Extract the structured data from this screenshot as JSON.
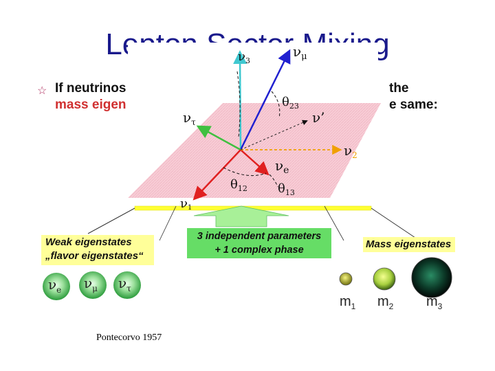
{
  "slide": {
    "title": "Lepton Sector Mixing",
    "bullet_line1_left": "If neutrinos a",
    "bullet_line1_right": "the",
    "bullet_line2_left": "mass eigen",
    "bullet_line2_right": "e same:",
    "credit": "Pontecorvo 1957"
  },
  "diagram": {
    "axes": {
      "nu3": "ν",
      "nu3_sub": "3",
      "numu": "ν",
      "numu_sub": "μ",
      "nutau": "ν",
      "nutau_sub": "τ",
      "nuprime": "ν’",
      "nu2": "ν",
      "nu2_sub": "2",
      "nue": "ν",
      "nue_sub": "e",
      "nu1": "ν",
      "nu1_sub": "1"
    },
    "angles": {
      "theta23": "θ",
      "theta23_sub": "23",
      "theta12": "θ",
      "theta12_sub": "12",
      "theta13": "θ",
      "theta13_sub": "13"
    }
  },
  "boxes": {
    "weak_line1": "Weak eigenstates",
    "weak_line2": "„flavor eigenstates“",
    "params_line1": "3 independent parameters",
    "params_line2": "+ 1 complex phase",
    "mass": "Mass eigenstates"
  },
  "flavor_balls": [
    {
      "symbol": "ν",
      "sub": "e"
    },
    {
      "symbol": "ν",
      "sub": "μ"
    },
    {
      "symbol": "ν",
      "sub": "τ"
    }
  ],
  "mass_balls": [
    {
      "label": "m",
      "sub": "1"
    },
    {
      "label": "m",
      "sub": "2"
    },
    {
      "label": "m",
      "sub": "3"
    }
  ],
  "colors": {
    "title": "#1a1a8c",
    "bullet": "#111111",
    "bullet_red": "#d03030",
    "plane": "#f6c8d0",
    "box_yellow": "#ffff99",
    "box_green": "#66dd66",
    "axis_blue": "#2020d0",
    "axis_cyan": "#40c8d0",
    "axis_green": "#40c040",
    "axis_red": "#e02020",
    "axis_orange": "#f0a000"
  }
}
